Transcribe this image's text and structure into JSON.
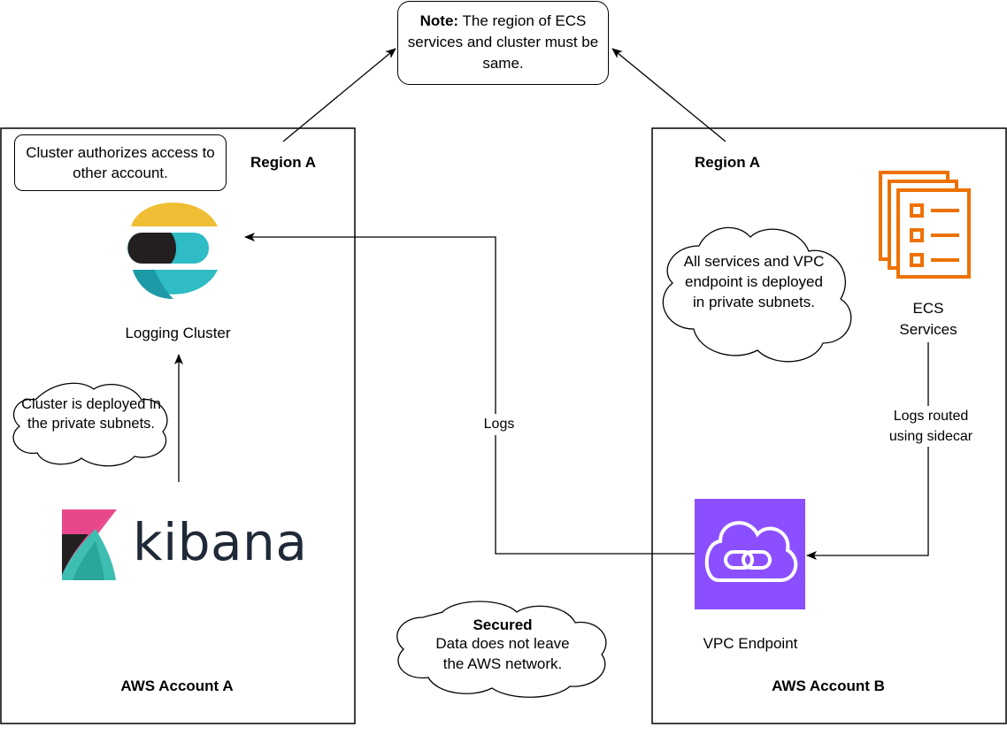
{
  "note": {
    "bold": "Note:",
    "text": "The region of ECS services and cluster must be same."
  },
  "account_a": {
    "region": "Region A",
    "footer": "AWS Account A",
    "callout": "Cluster authorizes access to other account.",
    "logging_cluster_label": "Logging Cluster",
    "cloud_note": "Cluster is deployed in the private subnets.",
    "kibana_word": "kibana"
  },
  "account_b": {
    "region": "Region A",
    "footer": "AWS Account B",
    "cloud_note": "All services and VPC endpoint is deployed in private subnets.",
    "ecs_label": "ECS Services",
    "logs_routed": "Logs routed using sidecar",
    "vpc_label": "VPC Endpoint"
  },
  "edges": {
    "logs_label": "Logs"
  },
  "secured": {
    "title": "Secured",
    "text": "Data does not leave the AWS network."
  },
  "colors": {
    "elastic_yellow": "#F0BE34",
    "elastic_black": "#231F20",
    "elastic_teal": "#2FBCC4",
    "kibana_pink": "#E8488B",
    "kibana_teal": "#3EBEB0",
    "ecs_orange": "#ED7100",
    "vpc_purple": "#8C4FFF"
  },
  "icons": [
    "elasticsearch-icon",
    "kibana-logo-icon",
    "ecs-services-icon",
    "vpc-endpoint-icon"
  ]
}
